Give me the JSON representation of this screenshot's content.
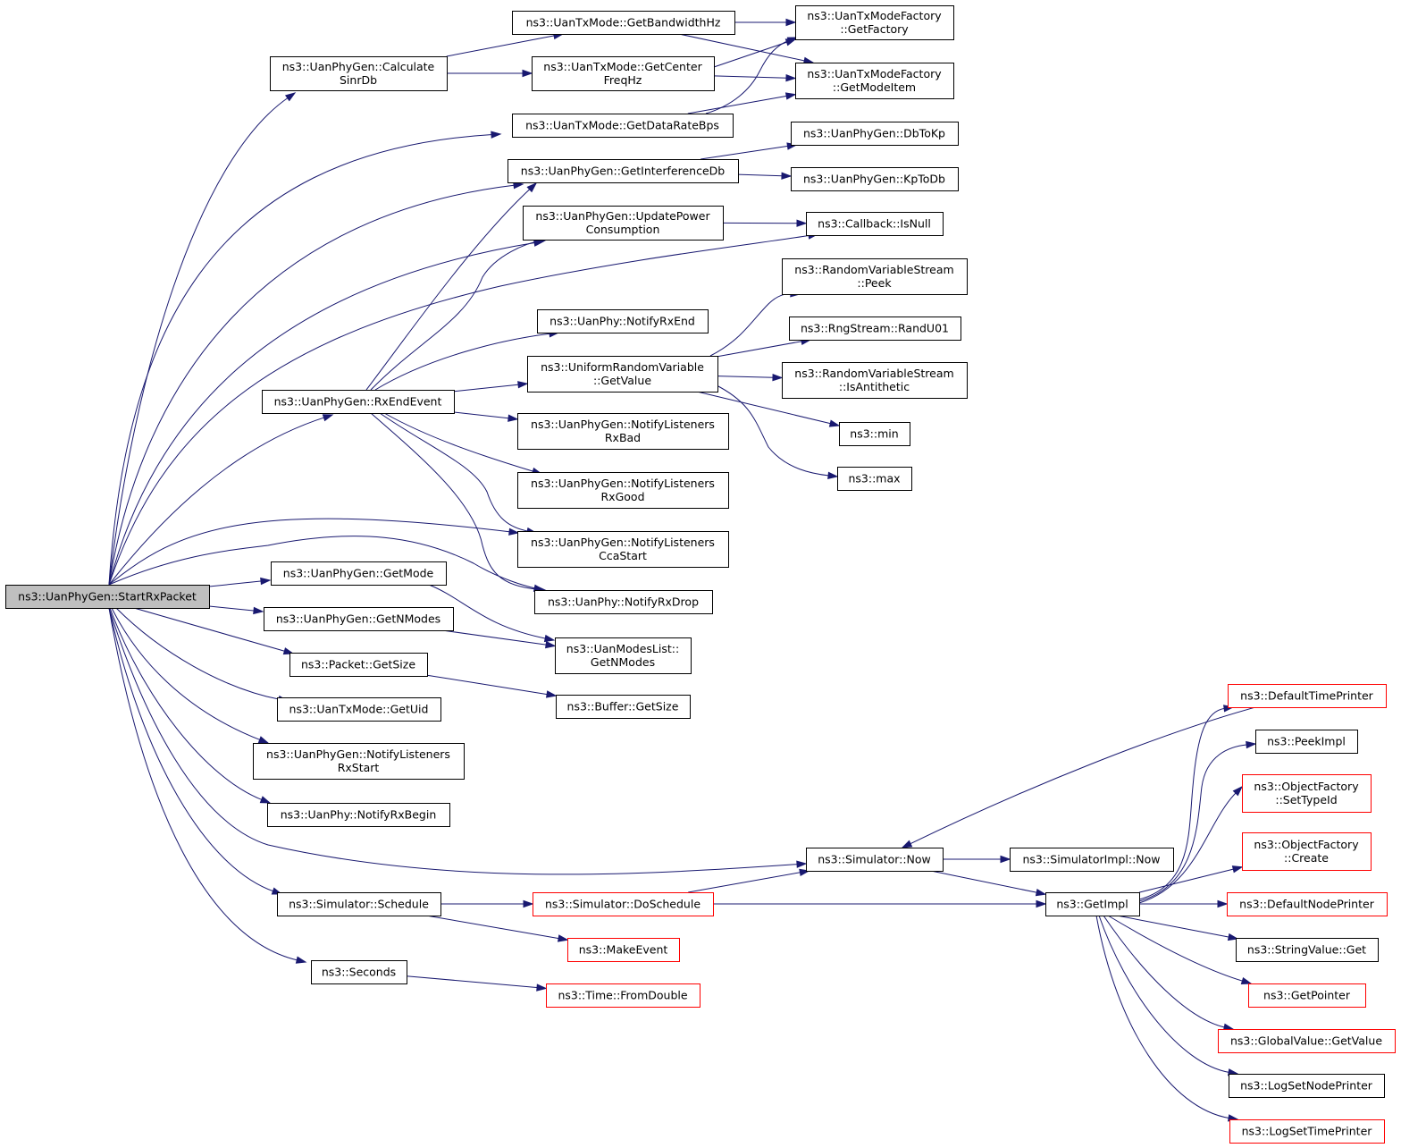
{
  "nodes": [
    {
      "id": "start",
      "lines": [
        "ns3::UanPhyGen::StartRxPacket"
      ]
    },
    {
      "id": "calcsinr",
      "lines": [
        "ns3::UanPhyGen::Calculate",
        "SinrDb"
      ]
    },
    {
      "id": "bw",
      "lines": [
        "ns3::UanTxMode::GetBandwidthHz"
      ]
    },
    {
      "id": "cf",
      "lines": [
        "ns3::UanTxMode::GetCenter",
        "FreqHz"
      ]
    },
    {
      "id": "drb",
      "lines": [
        "ns3::UanTxMode::GetDataRateBps"
      ]
    },
    {
      "id": "gf",
      "lines": [
        "ns3::UanTxModeFactory",
        "::GetFactory"
      ]
    },
    {
      "id": "gmi",
      "lines": [
        "ns3::UanTxModeFactory",
        "::GetModeItem"
      ]
    },
    {
      "id": "gid",
      "lines": [
        "ns3::UanPhyGen::GetInterferenceDb"
      ]
    },
    {
      "id": "dbkp",
      "lines": [
        "ns3::UanPhyGen::DbToKp"
      ]
    },
    {
      "id": "kpdb",
      "lines": [
        "ns3::UanPhyGen::KpToDb"
      ]
    },
    {
      "id": "upc",
      "lines": [
        "ns3::UanPhyGen::UpdatePower",
        "Consumption"
      ]
    },
    {
      "id": "isnull",
      "lines": [
        "ns3::Callback::IsNull"
      ]
    },
    {
      "id": "peek",
      "lines": [
        "ns3::RandomVariableStream",
        "::Peek"
      ]
    },
    {
      "id": "randu",
      "lines": [
        "ns3::RngStream::RandU01"
      ]
    },
    {
      "id": "isanti",
      "lines": [
        "ns3::RandomVariableStream",
        "::IsAntithetic"
      ]
    },
    {
      "id": "nrxend",
      "lines": [
        "ns3::UanPhy::NotifyRxEnd"
      ]
    },
    {
      "id": "urv",
      "lines": [
        "ns3::UniformRandomVariable",
        "::GetValue"
      ]
    },
    {
      "id": "min",
      "lines": [
        "ns3::min"
      ]
    },
    {
      "id": "max",
      "lines": [
        "ns3::max"
      ]
    },
    {
      "id": "rxend",
      "lines": [
        "ns3::UanPhyGen::RxEndEvent"
      ]
    },
    {
      "id": "nlrxbad",
      "lines": [
        "ns3::UanPhyGen::NotifyListeners",
        "RxBad"
      ]
    },
    {
      "id": "nlrxgood",
      "lines": [
        "ns3::UanPhyGen::NotifyListeners",
        "RxGood"
      ]
    },
    {
      "id": "nlcca",
      "lines": [
        "ns3::UanPhyGen::NotifyListeners",
        "CcaStart"
      ]
    },
    {
      "id": "nrxdrop",
      "lines": [
        "ns3::UanPhy::NotifyRxDrop"
      ]
    },
    {
      "id": "getmode",
      "lines": [
        "ns3::UanPhyGen::GetMode"
      ]
    },
    {
      "id": "getnmodes",
      "lines": [
        "ns3::UanPhyGen::GetNModes"
      ]
    },
    {
      "id": "umlnmodes",
      "lines": [
        "ns3::UanModesList::",
        "GetNModes"
      ]
    },
    {
      "id": "pktsize",
      "lines": [
        "ns3::Packet::GetSize"
      ]
    },
    {
      "id": "bufsize",
      "lines": [
        "ns3::Buffer::GetSize"
      ]
    },
    {
      "id": "getuid",
      "lines": [
        "ns3::UanTxMode::GetUid"
      ]
    },
    {
      "id": "nlrxstart",
      "lines": [
        "ns3::UanPhyGen::NotifyListeners",
        "RxStart"
      ]
    },
    {
      "id": "nrxbegin",
      "lines": [
        "ns3::UanPhy::NotifyRxBegin"
      ]
    },
    {
      "id": "simnow",
      "lines": [
        "ns3::Simulator::Now"
      ]
    },
    {
      "id": "simimplnow",
      "lines": [
        "ns3::SimulatorImpl::Now"
      ]
    },
    {
      "id": "schedule",
      "lines": [
        "ns3::Simulator::Schedule"
      ]
    },
    {
      "id": "dosched",
      "lines": [
        "ns3::Simulator::DoSchedule"
      ]
    },
    {
      "id": "getimpl",
      "lines": [
        "ns3::GetImpl"
      ]
    },
    {
      "id": "makeevent",
      "lines": [
        "ns3::MakeEvent"
      ]
    },
    {
      "id": "seconds",
      "lines": [
        "ns3::Seconds"
      ]
    },
    {
      "id": "fromdouble",
      "lines": [
        "ns3::Time::FromDouble"
      ]
    },
    {
      "id": "dtp",
      "lines": [
        "ns3::DefaultTimePrinter"
      ]
    },
    {
      "id": "peekimpl",
      "lines": [
        "ns3::PeekImpl"
      ]
    },
    {
      "id": "settypeid",
      "lines": [
        "ns3::ObjectFactory",
        "::SetTypeId"
      ]
    },
    {
      "id": "create",
      "lines": [
        "ns3::ObjectFactory",
        "::Create"
      ]
    },
    {
      "id": "dnp",
      "lines": [
        "ns3::DefaultNodePrinter"
      ]
    },
    {
      "id": "svget",
      "lines": [
        "ns3::StringValue::Get"
      ]
    },
    {
      "id": "getptr",
      "lines": [
        "ns3::GetPointer"
      ]
    },
    {
      "id": "gvget",
      "lines": [
        "ns3::GlobalValue::GetValue"
      ]
    },
    {
      "id": "lsnp",
      "lines": [
        "ns3::LogSetNodePrinter"
      ]
    },
    {
      "id": "lstp",
      "lines": [
        "ns3::LogSetTimePrinter"
      ]
    }
  ],
  "edges": [
    [
      "start",
      "calcsinr"
    ],
    [
      "start",
      "drb"
    ],
    [
      "start",
      "gid"
    ],
    [
      "start",
      "upc"
    ],
    [
      "start",
      "isnull"
    ],
    [
      "start",
      "rxend"
    ],
    [
      "start",
      "nlcca"
    ],
    [
      "start",
      "nrxdrop"
    ],
    [
      "start",
      "getmode"
    ],
    [
      "start",
      "getnmodes"
    ],
    [
      "start",
      "pktsize"
    ],
    [
      "start",
      "getuid"
    ],
    [
      "start",
      "nlrxstart"
    ],
    [
      "start",
      "nrxbegin"
    ],
    [
      "start",
      "simnow"
    ],
    [
      "start",
      "schedule"
    ],
    [
      "start",
      "seconds"
    ],
    [
      "calcsinr",
      "bw"
    ],
    [
      "calcsinr",
      "cf"
    ],
    [
      "bw",
      "gf"
    ],
    [
      "bw",
      "gmi"
    ],
    [
      "cf",
      "gf"
    ],
    [
      "cf",
      "gmi"
    ],
    [
      "drb",
      "gf"
    ],
    [
      "drb",
      "gmi"
    ],
    [
      "gid",
      "dbkp"
    ],
    [
      "gid",
      "kpdb"
    ],
    [
      "upc",
      "isnull"
    ],
    [
      "rxend",
      "gid"
    ],
    [
      "rxend",
      "upc"
    ],
    [
      "rxend",
      "nrxend"
    ],
    [
      "rxend",
      "urv"
    ],
    [
      "rxend",
      "nlrxbad"
    ],
    [
      "rxend",
      "nlrxgood"
    ],
    [
      "rxend",
      "nlcca"
    ],
    [
      "rxend",
      "nrxdrop"
    ],
    [
      "urv",
      "peek"
    ],
    [
      "urv",
      "randu"
    ],
    [
      "urv",
      "isanti"
    ],
    [
      "urv",
      "min"
    ],
    [
      "urv",
      "max"
    ],
    [
      "getmode",
      "umlnmodes"
    ],
    [
      "getnmodes",
      "umlnmodes"
    ],
    [
      "pktsize",
      "bufsize"
    ],
    [
      "simnow",
      "simimplnow"
    ],
    [
      "simnow",
      "getimpl"
    ],
    [
      "schedule",
      "dosched"
    ],
    [
      "schedule",
      "makeevent"
    ],
    [
      "dosched",
      "simnow"
    ],
    [
      "dosched",
      "getimpl"
    ],
    [
      "seconds",
      "fromdouble"
    ],
    [
      "dtp",
      "simnow"
    ],
    [
      "getimpl",
      "dtp"
    ],
    [
      "getimpl",
      "peekimpl"
    ],
    [
      "getimpl",
      "settypeid"
    ],
    [
      "getimpl",
      "create"
    ],
    [
      "getimpl",
      "dnp"
    ],
    [
      "getimpl",
      "svget"
    ],
    [
      "getimpl",
      "getptr"
    ],
    [
      "getimpl",
      "gvget"
    ],
    [
      "getimpl",
      "lsnp"
    ],
    [
      "getimpl",
      "lstp"
    ]
  ],
  "styles": {
    "edge_color": "#191970",
    "root_fill": "#bfbfbf",
    "truncated_border": "#ff0000"
  }
}
